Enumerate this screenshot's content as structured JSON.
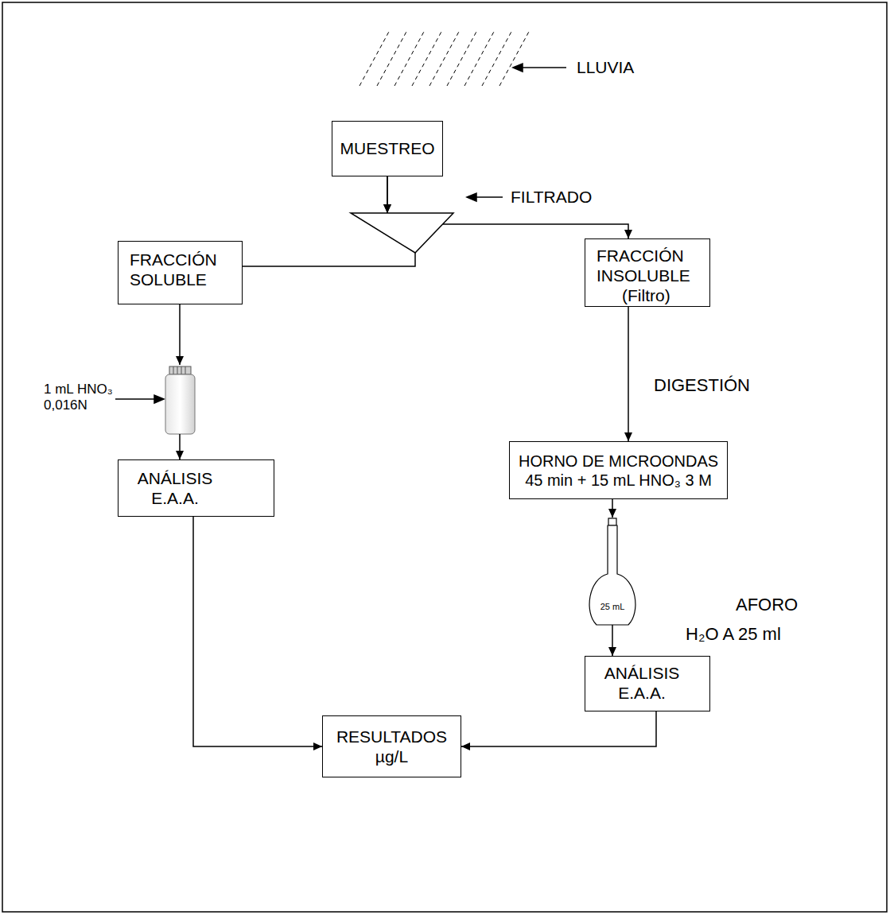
{
  "diagram": {
    "nodes": [
      {
        "text": [
          "MUESTREO"
        ]
      },
      {
        "text": [
          "FRACCIÓN SOLUBLE"
        ]
      },
      {
        "text": [
          "FRACCIÓN INSOLUBLE",
          "(Filtro)"
        ]
      },
      {
        "text": [
          "ANÁLISIS E.A.A."
        ]
      },
      {
        "text": [
          "HORNO DE MICROONDAS 45 min + 15 mL HNO₃ 3 M"
        ]
      },
      {
        "text": [
          "ANÁLISIS E.A.A."
        ]
      },
      {
        "text": [
          "RESULTADOS µg/L"
        ]
      }
    ],
    "edges": [
      {
        "from": 0,
        "to": 1,
        "arrow": "to"
      },
      {
        "from": 0,
        "to": 2,
        "arrow": "to"
      },
      {
        "from": 1,
        "to": 3,
        "arrow": "to"
      },
      {
        "from": 2,
        "to": 4,
        "arrow": "to"
      },
      {
        "from": 4,
        "to": 5,
        "arrow": "to"
      },
      {
        "from": 3,
        "to": 6,
        "arrow": "to"
      },
      {
        "from": 5,
        "to": 6,
        "arrow": "to"
      }
    ],
    "labels": [
      "LLUVIA",
      "FILTRADO",
      "1 mL HNO₃ 0,016N",
      "DIGESTIÓN",
      "25 mL",
      "AFORO",
      "H₂O A 25 ml"
    ]
  }
}
